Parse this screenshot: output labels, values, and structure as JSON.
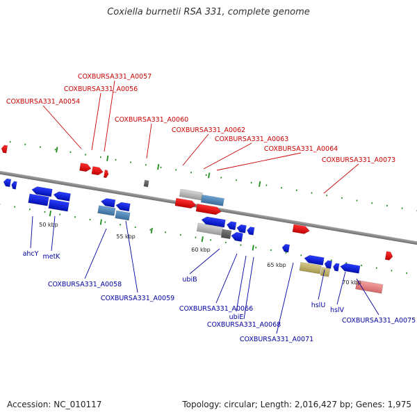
{
  "title": "Coxiella burnetii RSA 331, complete genome",
  "footer": {
    "accession": "Accession: NC_010117",
    "summary": "Topology: circular; Length: 2,016,427 bp; Genes: 1,975"
  },
  "colors": {
    "forward_gene": "#e00000",
    "reverse_gene": "#0018d8",
    "reverse_label": "#0000a0",
    "forward_label": "#c80000",
    "backbone": "#8a8a8a",
    "tick": "#1a8a1a"
  },
  "scale_ticks": [
    "50 kbp",
    "55 kbp",
    "60 kbp",
    "65 kbp",
    "70 kbp"
  ],
  "forward_labels": [
    "COXBURSA331_A0054",
    "COXBURSA331_A0056",
    "COXBURSA331_A0057",
    "COXBURSA331_A0060",
    "COXBURSA331_A0062",
    "COXBURSA331_A0063",
    "COXBURSA331_A0064",
    "COXBURSA331_A0073"
  ],
  "reverse_labels": [
    "ahcY",
    "metK",
    "COXBURSA331_A0058",
    "COXBURSA331_A0059",
    "ubiB",
    "COXBURSA331_A0066",
    "ubiE",
    "COXBURSA331_A0068",
    "COXBURSA331_A0071",
    "hslU",
    "hslV",
    "COXBURSA331_A0075"
  ]
}
